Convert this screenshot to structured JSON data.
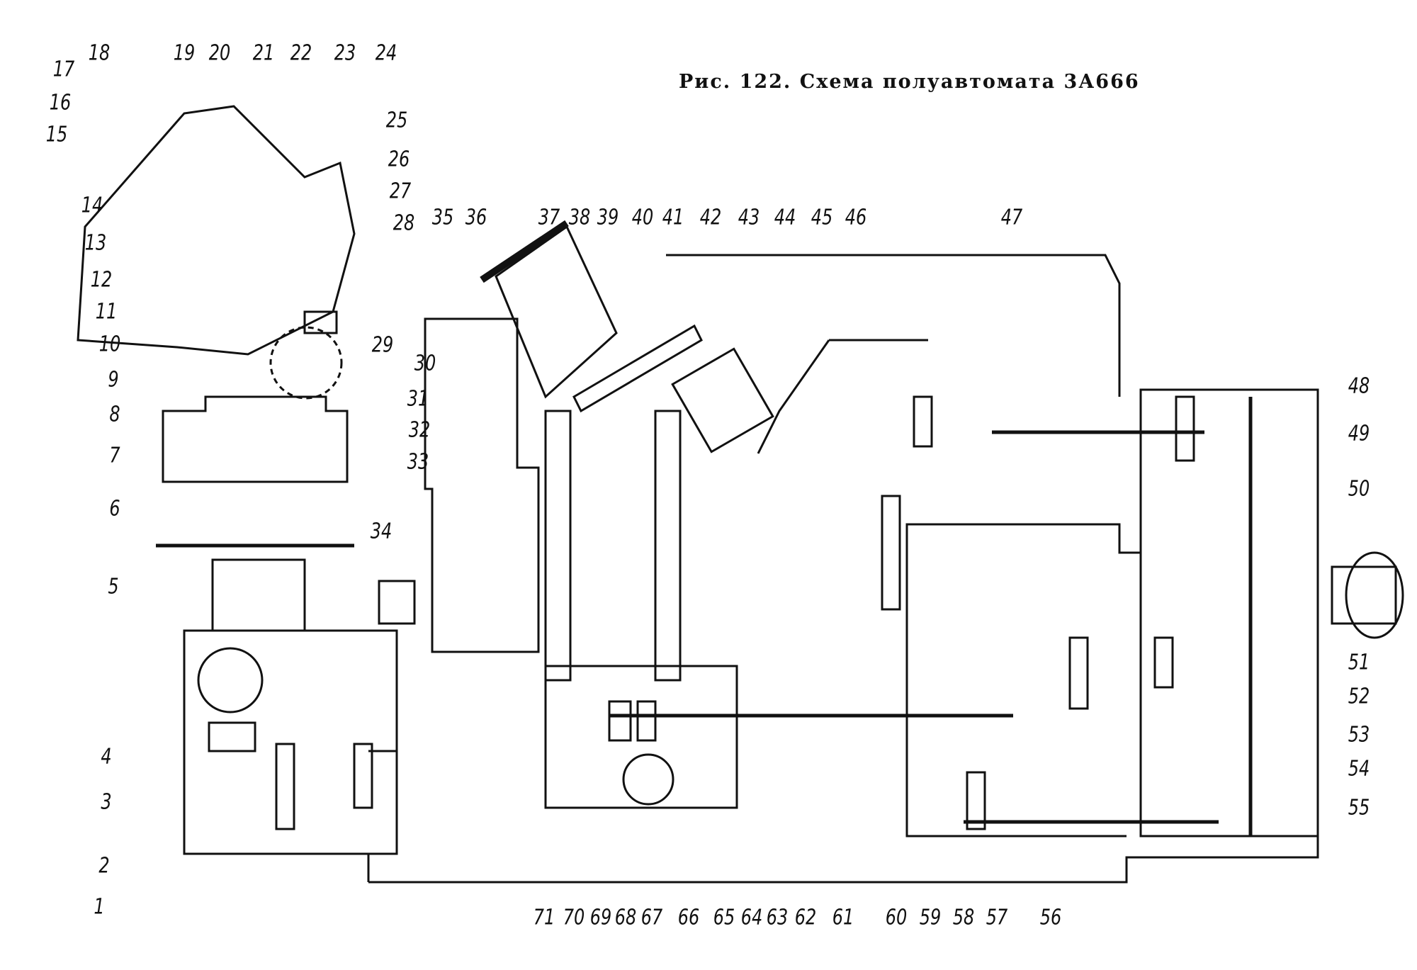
{
  "caption": "Рис. 122. Схема полуавтомата 3А666",
  "labels": [
    {
      "id": "1",
      "text": "1"
    },
    {
      "id": "2",
      "text": "2"
    },
    {
      "id": "3",
      "text": "3"
    },
    {
      "id": "4",
      "text": "4"
    },
    {
      "id": "5",
      "text": "5"
    },
    {
      "id": "6",
      "text": "6"
    },
    {
      "id": "7",
      "text": "7"
    },
    {
      "id": "8",
      "text": "8"
    },
    {
      "id": "9",
      "text": "9"
    },
    {
      "id": "10",
      "text": "10"
    },
    {
      "id": "11",
      "text": "11"
    },
    {
      "id": "12",
      "text": "12"
    },
    {
      "id": "13",
      "text": "13"
    },
    {
      "id": "14",
      "text": "14"
    },
    {
      "id": "15",
      "text": "15"
    },
    {
      "id": "16",
      "text": "16"
    },
    {
      "id": "17",
      "text": "17"
    },
    {
      "id": "18",
      "text": "18"
    },
    {
      "id": "19",
      "text": "19"
    },
    {
      "id": "20",
      "text": "20"
    },
    {
      "id": "21",
      "text": "21"
    },
    {
      "id": "22",
      "text": "22"
    },
    {
      "id": "23",
      "text": "23"
    },
    {
      "id": "24",
      "text": "24"
    },
    {
      "id": "25",
      "text": "25"
    },
    {
      "id": "26",
      "text": "26"
    },
    {
      "id": "27",
      "text": "27"
    },
    {
      "id": "28",
      "text": "28"
    },
    {
      "id": "29",
      "text": "29"
    },
    {
      "id": "30",
      "text": "30"
    },
    {
      "id": "31",
      "text": "31"
    },
    {
      "id": "32",
      "text": "32"
    },
    {
      "id": "33",
      "text": "33"
    },
    {
      "id": "34",
      "text": "34"
    },
    {
      "id": "35",
      "text": "35"
    },
    {
      "id": "36",
      "text": "36"
    },
    {
      "id": "37",
      "text": "37"
    },
    {
      "id": "38",
      "text": "38"
    },
    {
      "id": "39",
      "text": "39"
    },
    {
      "id": "40",
      "text": "40"
    },
    {
      "id": "41",
      "text": "41"
    },
    {
      "id": "42",
      "text": "42"
    },
    {
      "id": "43",
      "text": "43"
    },
    {
      "id": "44",
      "text": "44"
    },
    {
      "id": "45",
      "text": "45"
    },
    {
      "id": "46",
      "text": "46"
    },
    {
      "id": "47",
      "text": "47"
    },
    {
      "id": "48",
      "text": "48"
    },
    {
      "id": "49",
      "text": "49"
    },
    {
      "id": "50",
      "text": "50"
    },
    {
      "id": "51",
      "text": "51"
    },
    {
      "id": "52",
      "text": "52"
    },
    {
      "id": "53",
      "text": "53"
    },
    {
      "id": "54",
      "text": "54"
    },
    {
      "id": "55",
      "text": "55"
    },
    {
      "id": "56",
      "text": "56"
    },
    {
      "id": "57",
      "text": "57"
    },
    {
      "id": "58",
      "text": "58"
    },
    {
      "id": "59",
      "text": "59"
    },
    {
      "id": "60",
      "text": "60"
    },
    {
      "id": "61",
      "text": "61"
    },
    {
      "id": "62",
      "text": "62"
    },
    {
      "id": "63",
      "text": "63"
    },
    {
      "id": "64",
      "text": "64"
    },
    {
      "id": "65",
      "text": "65"
    },
    {
      "id": "66",
      "text": "66"
    },
    {
      "id": "67",
      "text": "67"
    },
    {
      "id": "68",
      "text": "68"
    },
    {
      "id": "69",
      "text": "69"
    },
    {
      "id": "70",
      "text": "70"
    },
    {
      "id": "71",
      "text": "71"
    }
  ]
}
